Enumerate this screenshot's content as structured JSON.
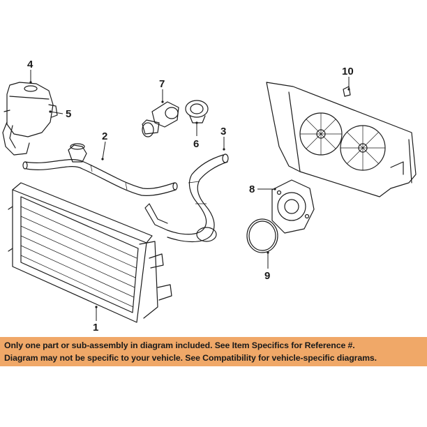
{
  "callouts": {
    "c1": "1",
    "c2": "2",
    "c3": "3",
    "c4": "4",
    "c5": "5",
    "c6": "6",
    "c7": "7",
    "c8": "8",
    "c9": "9",
    "c10": "10"
  },
  "notice": {
    "line1": "Only one part or sub-assembly in diagram included. See Item Specifics for Reference #.",
    "line2": "Diagram may not be specific to your vehicle. See Compatibility for vehicle-specific diagrams.",
    "background": "#f0a868"
  }
}
